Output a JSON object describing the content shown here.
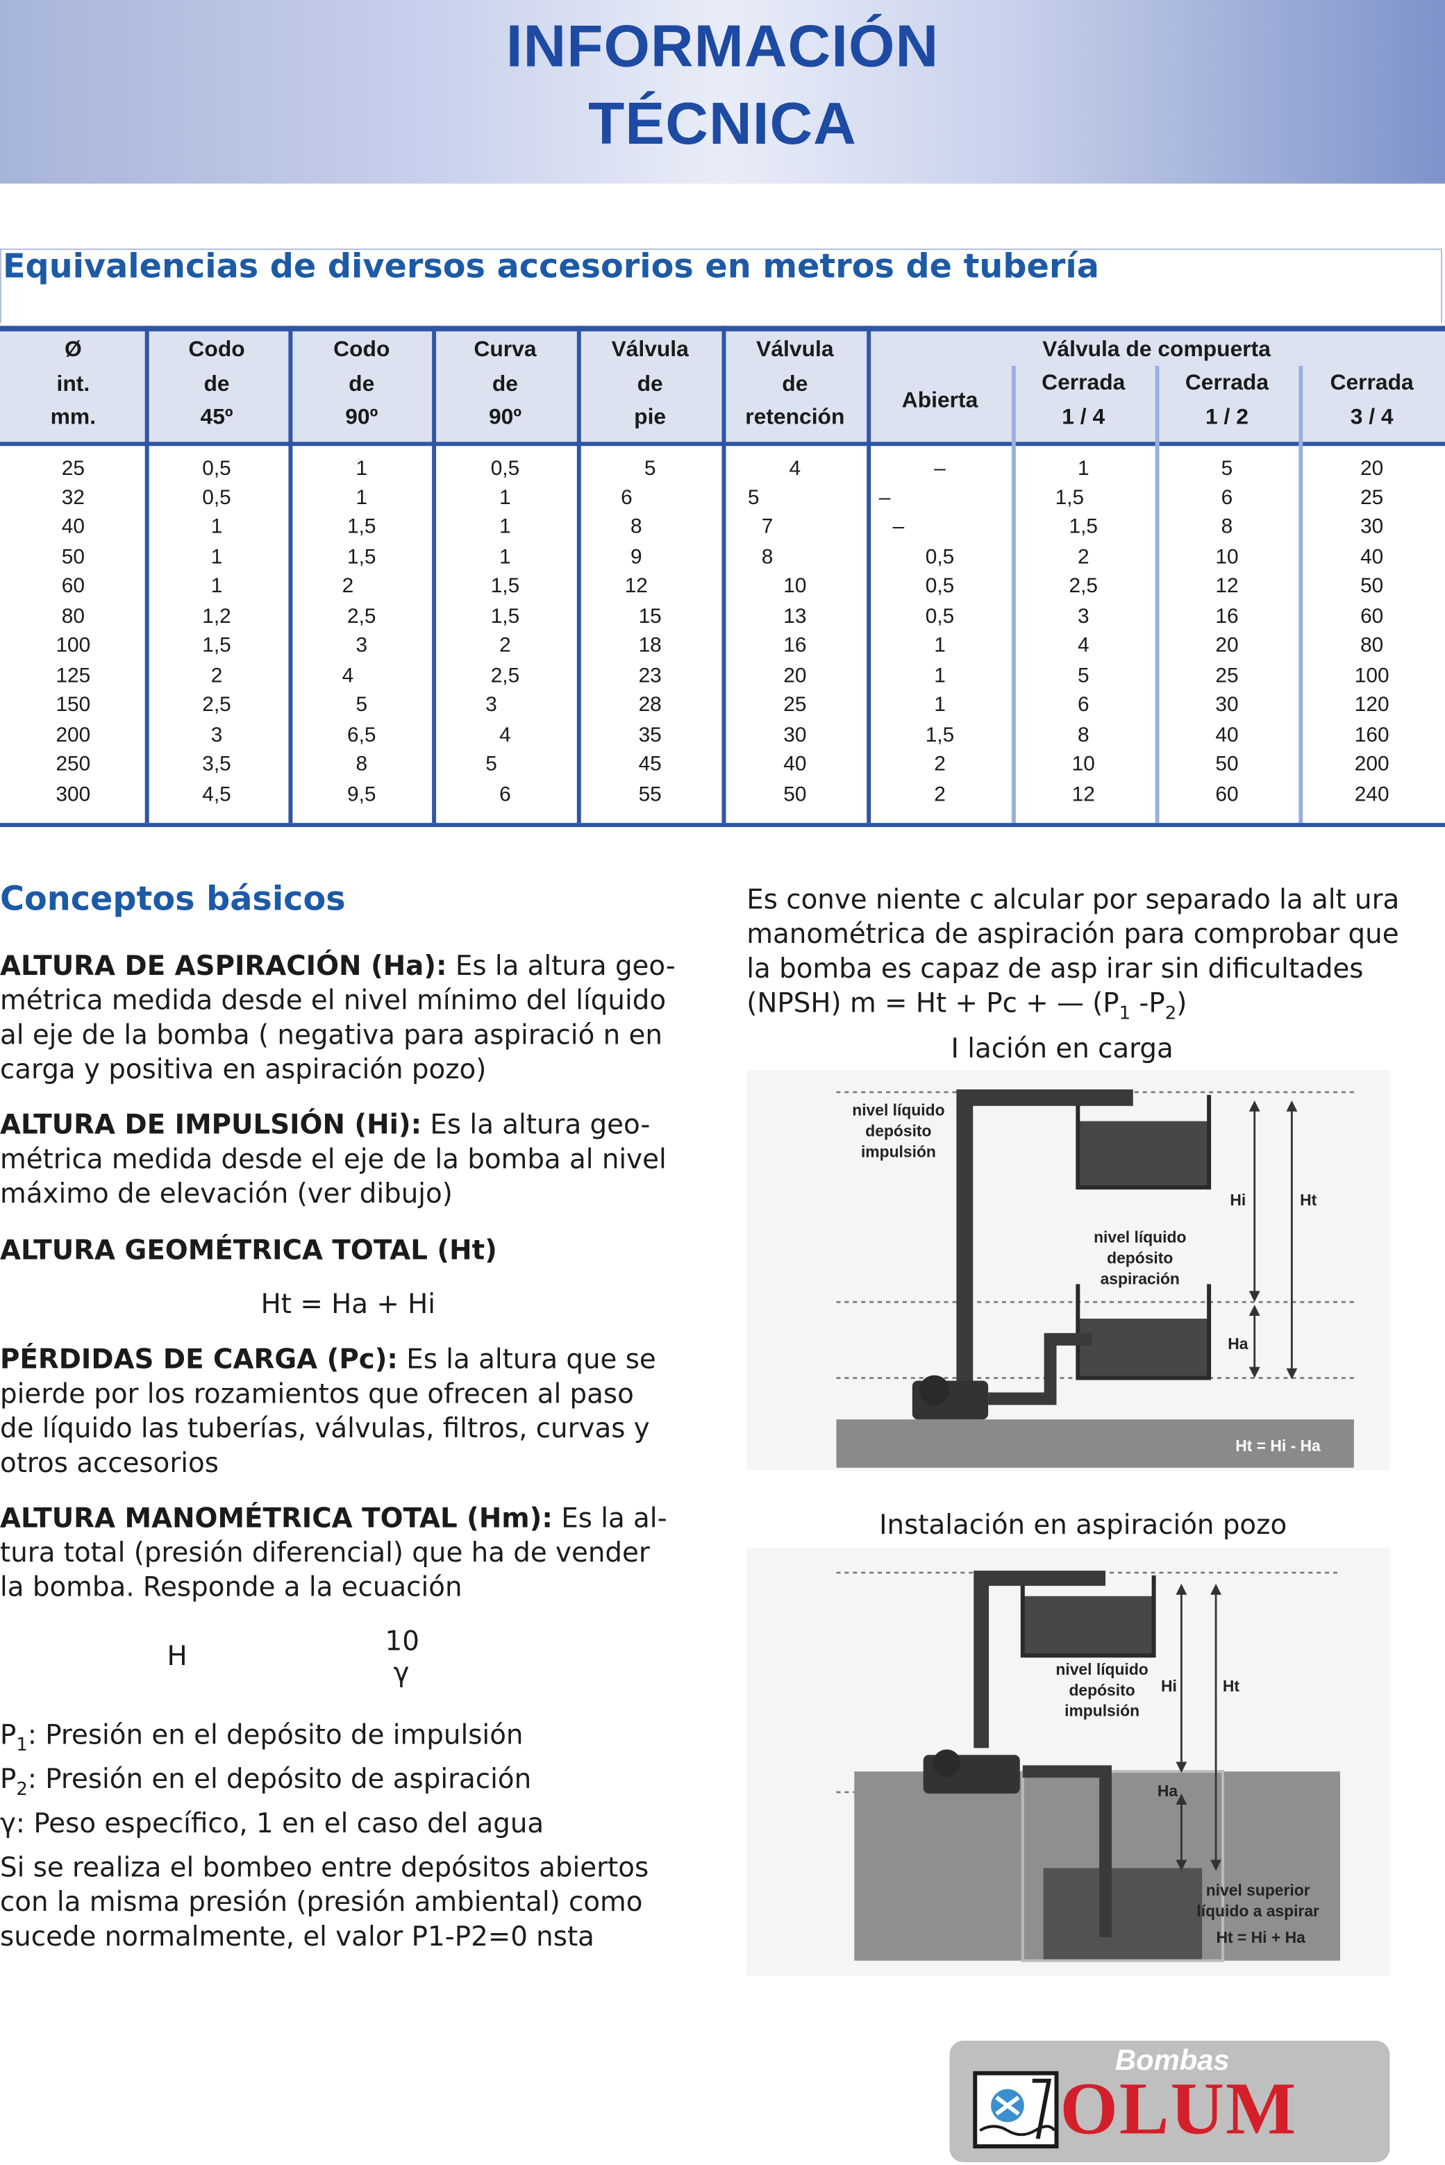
{
  "header": {
    "title_line1": "INFORMACIÓN",
    "title_line2": "TÉCNICA"
  },
  "table_section": {
    "title": "Equivalencias de diversos accesorios en metros de tubería",
    "columns": [
      [
        "Ø",
        "int.",
        "mm."
      ],
      [
        "Codo",
        "de",
        "45º"
      ],
      [
        "Codo",
        "de",
        "90º"
      ],
      [
        "Curva",
        "de",
        "90º"
      ],
      [
        "Válvula",
        "de",
        "pie"
      ],
      [
        "Válvula",
        "de",
        "retención"
      ]
    ],
    "gate_group": "Válvula de compuerta",
    "gate_columns": [
      [
        "Abierta"
      ],
      [
        "Cerrada",
        "1 / 4"
      ],
      [
        "Cerrada",
        "1 / 2"
      ],
      [
        "Cerrada",
        "3 / 4"
      ]
    ],
    "rows": [
      [
        "25",
        "0,5",
        "1",
        "0,5",
        "5",
        "4",
        "–",
        "1",
        "5",
        "20"
      ],
      [
        "32",
        "0,5",
        "1",
        "1",
        "6",
        "5",
        "–",
        "1,5",
        "6",
        "25"
      ],
      [
        "40",
        "1",
        "1,5",
        "1",
        "8",
        "7",
        "–",
        "1,5",
        "8",
        "30"
      ],
      [
        "50",
        "1",
        "1,5",
        "1",
        "9",
        "8",
        "0,5",
        "2",
        "10",
        "40"
      ],
      [
        "60",
        "1",
        "2",
        "1,5",
        "12",
        "10",
        "0,5",
        "2,5",
        "12",
        "50"
      ],
      [
        "80",
        "1,2",
        "2,5",
        "1,5",
        "15",
        "13",
        "0,5",
        "3",
        "16",
        "60"
      ],
      [
        "100",
        "1,5",
        "3",
        "2",
        "18",
        "16",
        "1",
        "4",
        "20",
        "80"
      ],
      [
        "125",
        "2",
        "4",
        "2,5",
        "23",
        "20",
        "1",
        "5",
        "25",
        "100"
      ],
      [
        "150",
        "2,5",
        "5",
        "3",
        "28",
        "25",
        "1",
        "6",
        "30",
        "120"
      ],
      [
        "200",
        "3",
        "6,5",
        "4",
        "35",
        "30",
        "1,5",
        "8",
        "40",
        "160"
      ],
      [
        "250",
        "3,5",
        "8",
        "5",
        "45",
        "40",
        "2",
        "10",
        "50",
        "200"
      ],
      [
        "300",
        "4,5",
        "9,5",
        "6",
        "55",
        "50",
        "2",
        "12",
        "60",
        "240"
      ]
    ]
  },
  "concepts": {
    "title": "Conceptos básicos",
    "ha_term": "ALTURA DE ASPIRACIÓN (Ha):",
    "ha_text": [
      " Es la altura geo-",
      "métrica medida desde el nivel mínimo del líquido",
      "al eje de la bomba ( negativa para aspiració n en",
      "carga y positiva en aspiración pozo)"
    ],
    "hi_term": "ALTURA DE IMPULSIÓN (Hi):",
    "hi_text": [
      "   Es la altura geo-",
      "métrica medida desde el eje de la bomba al nivel",
      "máximo de elevación (ver dibujo)"
    ],
    "ht_term": "ALTURA GEOMÉTRICA TOTAL (Ht)",
    "ht_formula": "Ht = Ha + Hi",
    "pc_term": "PÉRDIDAS DE CARGA (Pc):",
    "pc_text": [
      "  Es la altura que se",
      "pierde por los rozamientos que ofrecen al paso",
      "de líquido las tuberías, válvulas, filtros, curvas y",
      "otros accesorios"
    ],
    "hm_term": "ALTURA MANOMÉTRICA TOTAL (Hm):",
    "hm_text": [
      " Es la al-",
      "tura total (presión diferencial) que ha de vender",
      "la bomba. Responde a la ecuación"
    ],
    "eq_h": "H",
    "eq_num": "10",
    "eq_den": "γ",
    "p1_text": ": Presión en el depósito de impulsión",
    "p2_text": ": Presión en el depósito de aspiración",
    "p_sub1": "1",
    "p_sub2": "2",
    "p_letter": "P",
    "gamma_text": "γ: Peso específico, 1 en el caso del agua",
    "final_text": [
      "Si se realiza el bombeo entre depósitos abiertos",
      "con la misma presión (presión ambiental) como",
      "sucede normalmente, el valor P1-P2=0  nsta"
    ]
  },
  "right_col": {
    "para_lines": [
      "Es conve niente c alcular por separado la alt   ura",
      "manométrica de aspiración para comprobar que",
      "la bomba es capaz de asp    irar sin   dificultades"
    ],
    "npsh_a": "(NPSH)    m = Ht + Pc + — (P",
    "npsh_sub1": "1",
    "npsh_mid": " -P",
    "npsh_sub2": "2",
    "npsh_end": ")",
    "fig1_caption": "I       lación en carga",
    "fig2_caption": "Instalación en aspiración pozo"
  },
  "figure1": {
    "lbl_impulsion": [
      "nivel líquido",
      "depósito",
      "impulsión"
    ],
    "lbl_aspiracion": [
      "nivel líquido",
      "depósito",
      "aspiración"
    ],
    "hi": "Hi",
    "ht": "Ht",
    "ha": "Ha",
    "formula": "Ht = Hi - Ha"
  },
  "figure2": {
    "lbl_impulsion": [
      "nivel líquido",
      "depósito",
      "impulsión"
    ],
    "lbl_superior": [
      "nivel superior",
      "líquido a aspirar"
    ],
    "hi": "Hi",
    "ht": "Ht",
    "ha": "Ha",
    "formula": "Ht = Hi + Ha"
  },
  "logo": {
    "top": "Bombas",
    "main": "OLUM"
  },
  "colors": {
    "title_blue": "#1d4aa3",
    "section_blue": "#1c5aa6",
    "rule_blue": "#2f55a5"
  }
}
